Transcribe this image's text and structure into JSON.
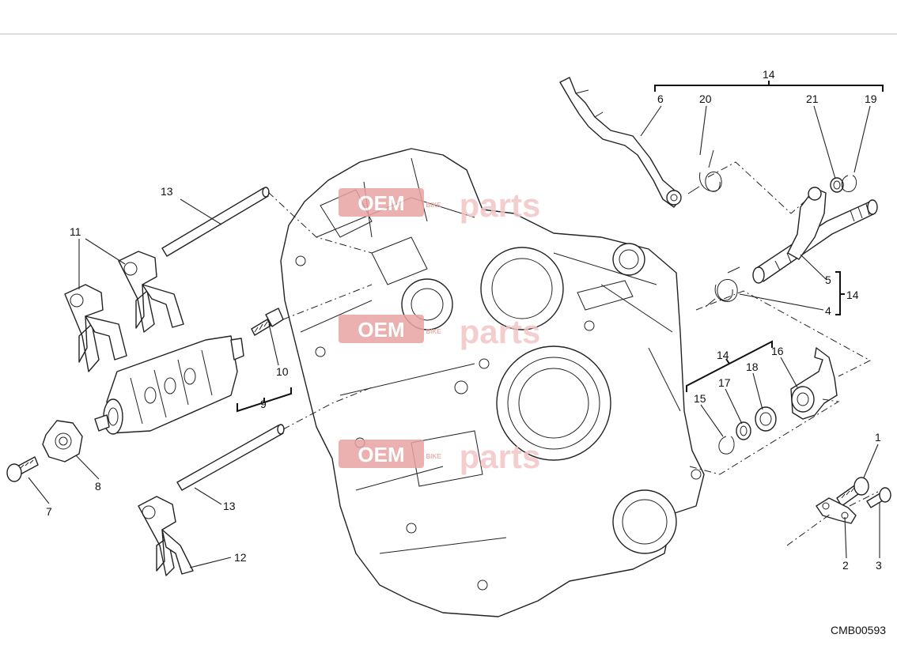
{
  "diagram": {
    "drawing_code": "CMB00593",
    "watermark": {
      "oem": "OEM",
      "bike": "BIKE",
      "parts": "parts"
    },
    "callouts": {
      "c1": "1",
      "c2": "2",
      "c3": "3",
      "c4": "4",
      "c5": "5",
      "c6": "6",
      "c7": "7",
      "c8": "8",
      "c9": "9",
      "c10": "10",
      "c11": "11",
      "c12": "12",
      "c13a": "13",
      "c13b": "13",
      "c14top": "14",
      "c14right": "14",
      "c14mid": "14",
      "c15": "15",
      "c16": "16",
      "c17": "17",
      "c18": "18",
      "c19": "19",
      "c20": "20",
      "c21": "21"
    }
  },
  "colors": {
    "line": "#222222",
    "watermark": "#e8a3a3",
    "watermark_text": "#f3c6c6"
  }
}
